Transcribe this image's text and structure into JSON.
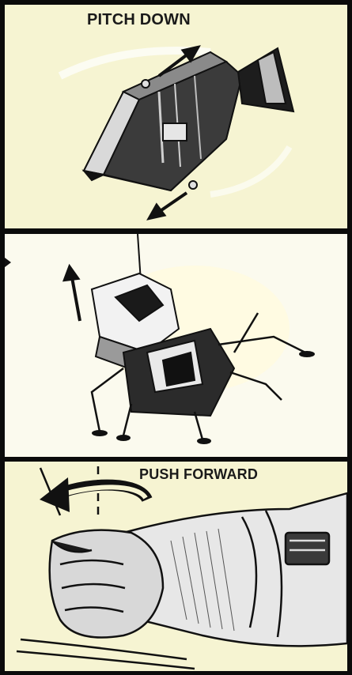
{
  "panels": [
    {
      "caption": "PITCH DOWN"
    },
    {
      "caption": ""
    },
    {
      "caption": "PUSH FORWARD"
    }
  ],
  "colors": {
    "panel_background": "#f6f4d2",
    "ink": "#111111",
    "border": "#0b0b0b"
  },
  "icons": {
    "panel_1": "command-service-module-illustration",
    "panel_2": "lunar-module-illustration",
    "panel_3": "gloved-hand-on-controller-illustration"
  }
}
